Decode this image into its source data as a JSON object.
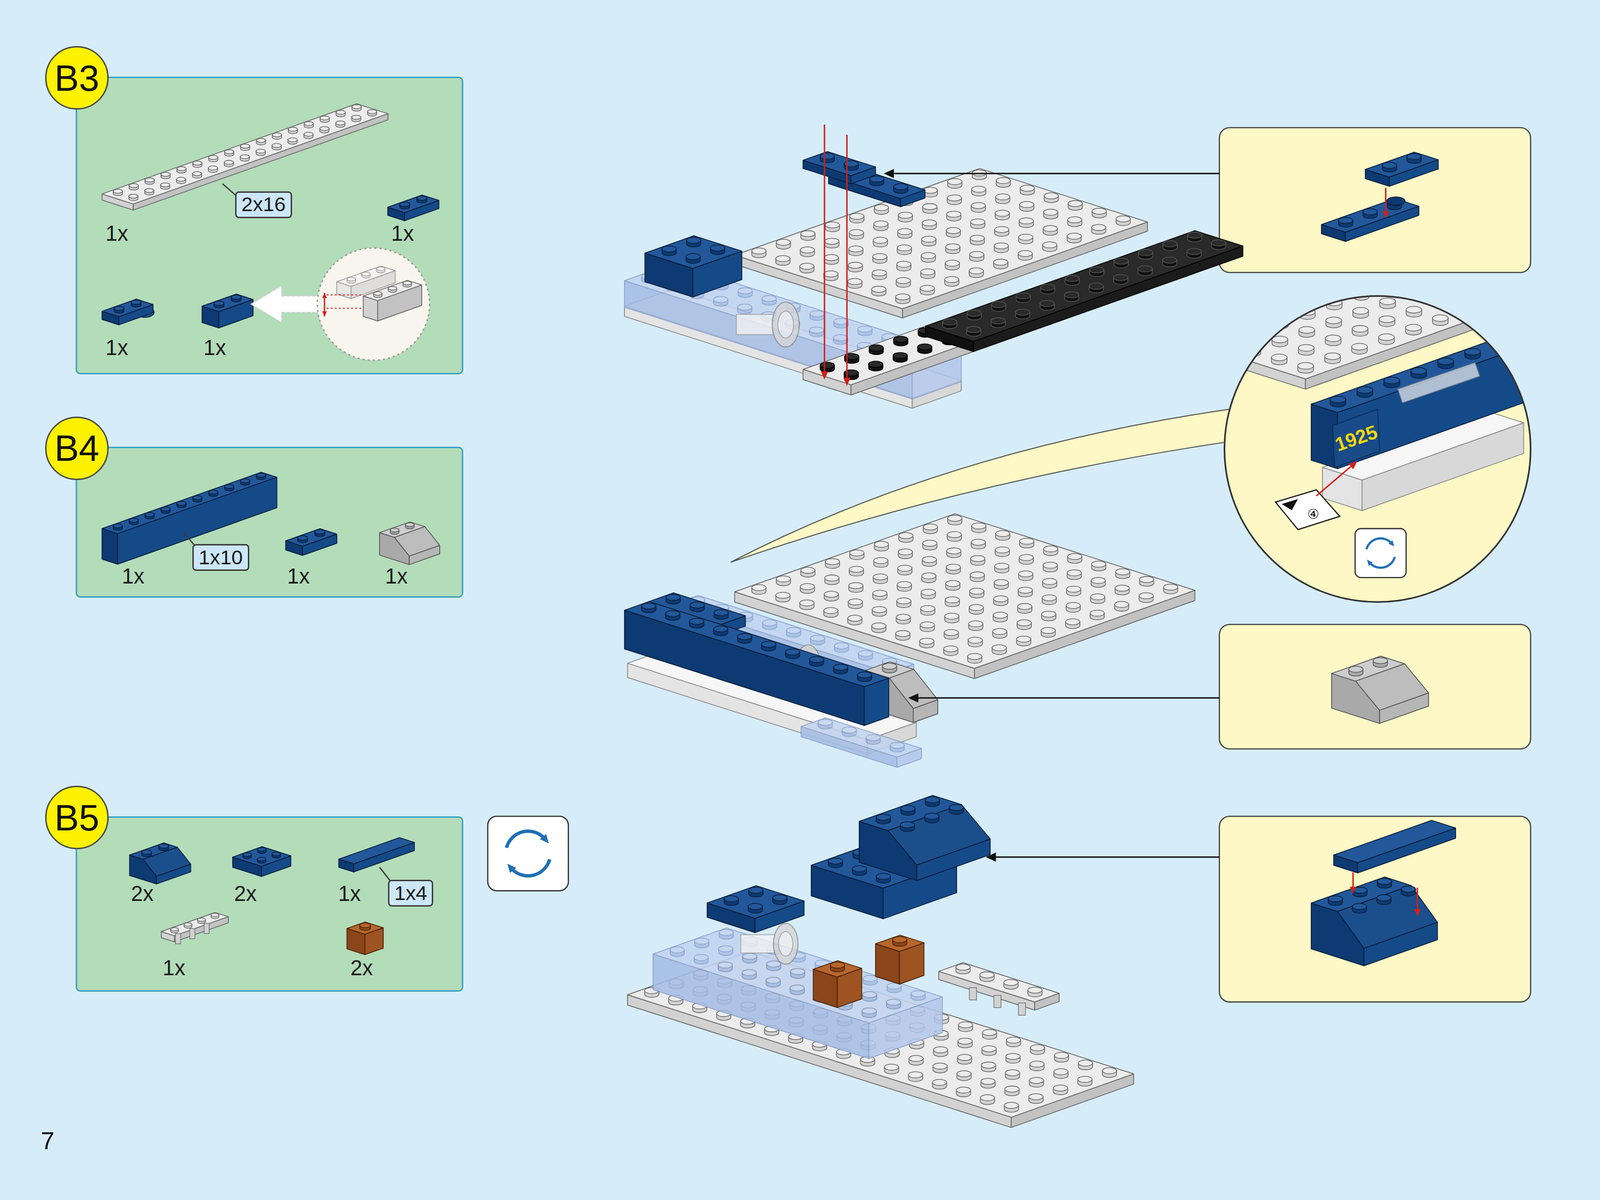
{
  "diagram": {
    "nodes": [
      {
        "text": [
          "B3",
          "1x",
          "1x",
          "1x",
          "1x"
        ]
      },
      {
        "text": [
          "2x16"
        ],
        "in": 0
      },
      {
        "text": [
          "B4",
          "1x",
          "1x",
          "1x"
        ]
      },
      {
        "text": [
          "1x10"
        ],
        "in": 2
      },
      {
        "text": [
          "B5",
          "2x",
          "2x",
          "1x",
          "1x",
          "2x"
        ]
      },
      {
        "text": [
          "1x4"
        ],
        "in": 4
      }
    ],
    "labels": [
      "1925",
      "④",
      "7"
    ]
  }
}
